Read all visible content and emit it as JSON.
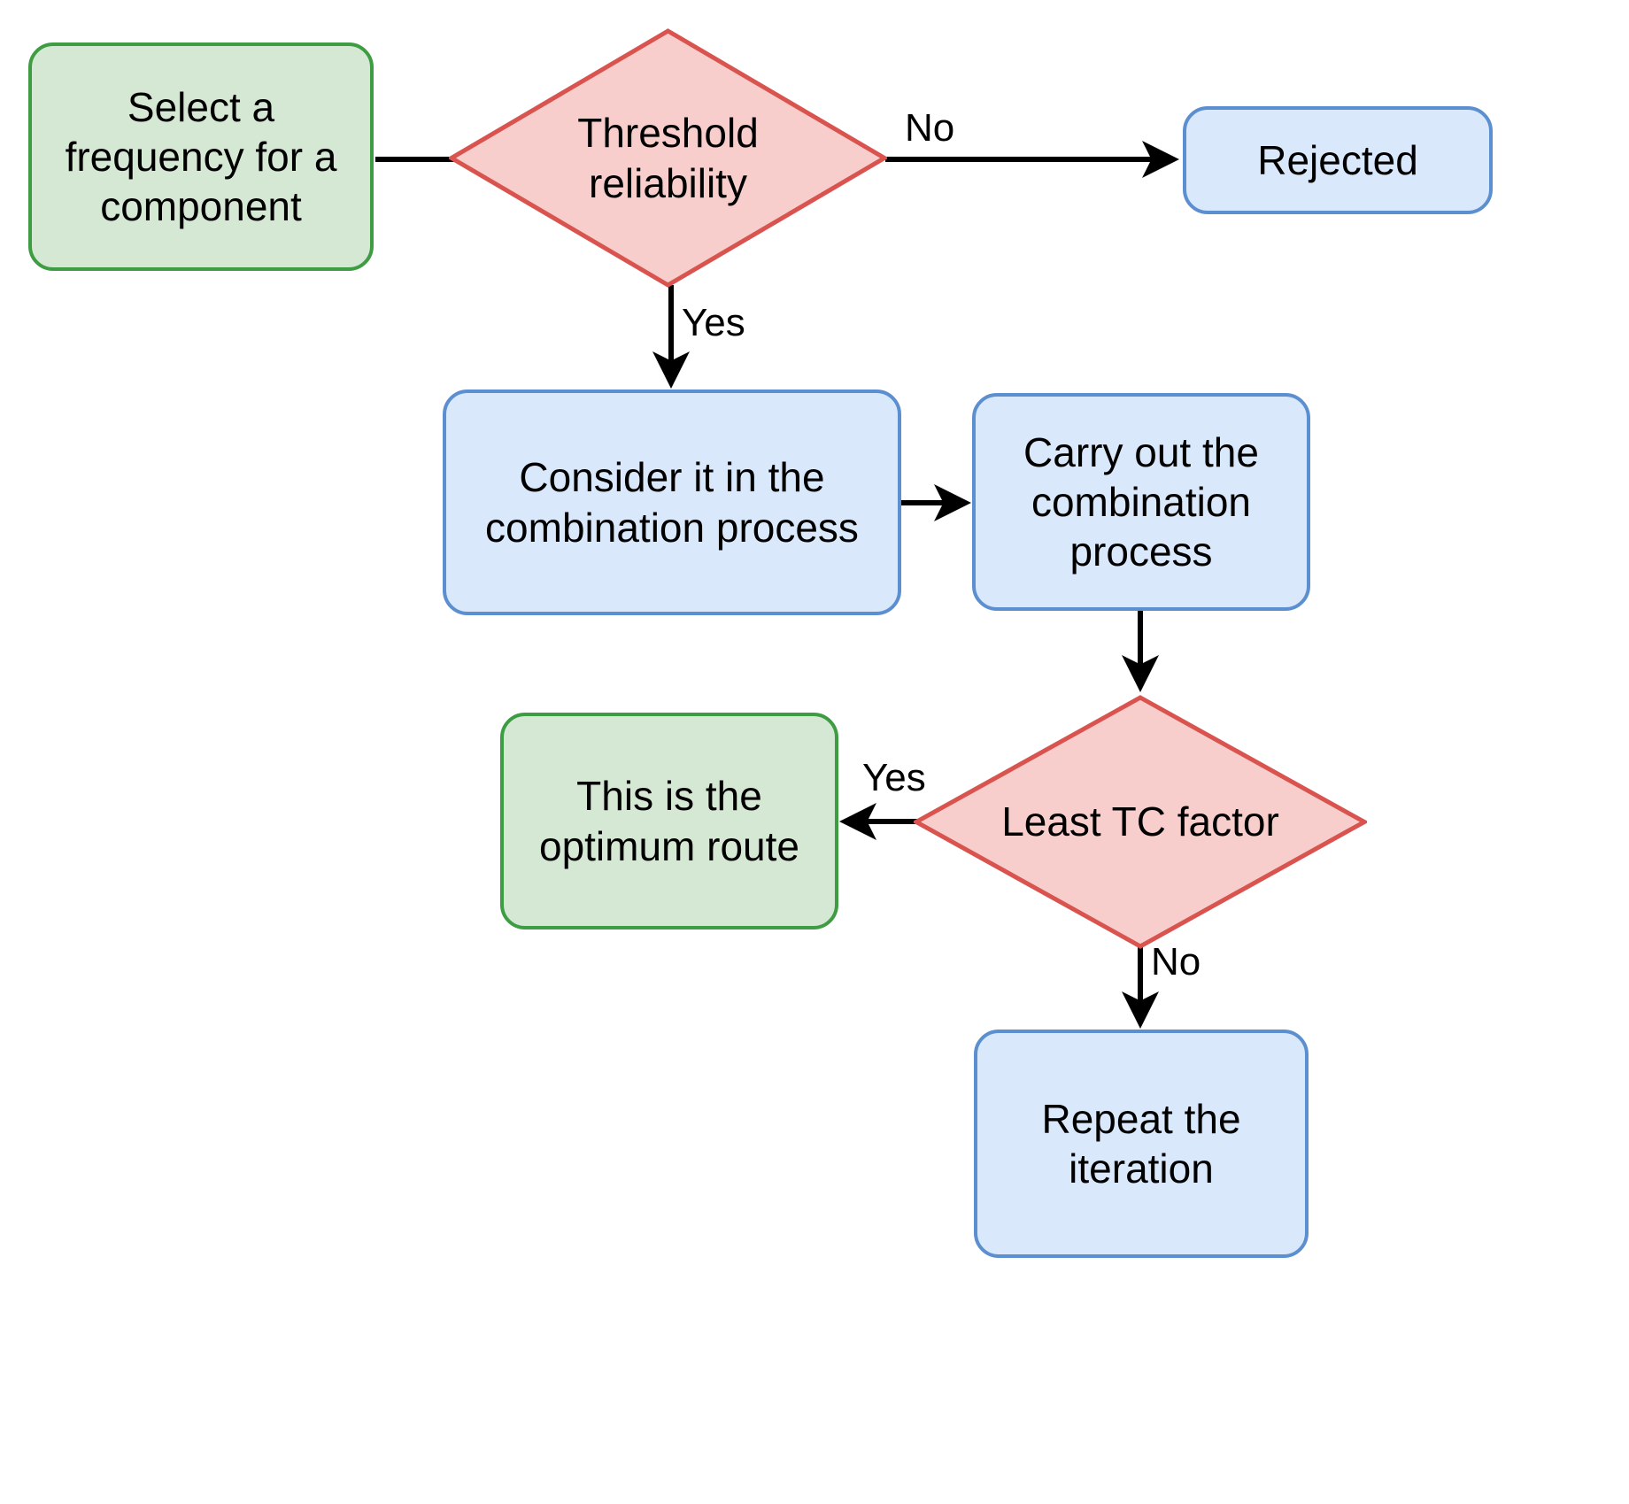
{
  "diagram": {
    "type": "flowchart",
    "background": "#ffffff",
    "palette": {
      "green_fill": "#d5e8d4",
      "green_stroke": "#3e9c42",
      "blue_fill": "#dae8fc",
      "blue_stroke": "#5b8fd0",
      "pink_fill": "#f8cecc",
      "pink_stroke": "#d9534f",
      "edge_color": "#000000",
      "text_color": "#000000"
    },
    "nodes": [
      {
        "id": "select-frequency",
        "label": "Select a\nfrequency for a\ncomponent",
        "shape": "rounded-rect",
        "color": "green"
      },
      {
        "id": "threshold-reliability",
        "label": "Threshold\nreliability",
        "shape": "diamond",
        "color": "pink"
      },
      {
        "id": "rejected",
        "label": "Rejected",
        "shape": "rounded-rect",
        "color": "blue"
      },
      {
        "id": "consider-in-combination",
        "label": "Consider it in the\ncombination process",
        "shape": "rounded-rect",
        "color": "blue"
      },
      {
        "id": "carry-out-combination",
        "label": "Carry out the\ncombination\nprocess",
        "shape": "rounded-rect",
        "color": "blue"
      },
      {
        "id": "least-tc-factor",
        "label": "Least TC factor",
        "shape": "diamond",
        "color": "pink"
      },
      {
        "id": "optimum-route",
        "label": "This is the\noptimum route",
        "shape": "rounded-rect",
        "color": "green"
      },
      {
        "id": "repeat-iteration",
        "label": "Repeat the\niteration",
        "shape": "rounded-rect",
        "color": "blue"
      }
    ],
    "edges": [
      {
        "from": "select-frequency",
        "to": "threshold-reliability",
        "label": ""
      },
      {
        "from": "threshold-reliability",
        "to": "rejected",
        "label": "No"
      },
      {
        "from": "threshold-reliability",
        "to": "consider-in-combination",
        "label": "Yes"
      },
      {
        "from": "consider-in-combination",
        "to": "carry-out-combination",
        "label": ""
      },
      {
        "from": "carry-out-combination",
        "to": "least-tc-factor",
        "label": ""
      },
      {
        "from": "least-tc-factor",
        "to": "optimum-route",
        "label": "Yes"
      },
      {
        "from": "least-tc-factor",
        "to": "repeat-iteration",
        "label": "No"
      }
    ],
    "edge_labels": {
      "no_threshold": "No",
      "yes_threshold": "Yes",
      "yes_tc": "Yes",
      "no_tc": "No"
    }
  }
}
